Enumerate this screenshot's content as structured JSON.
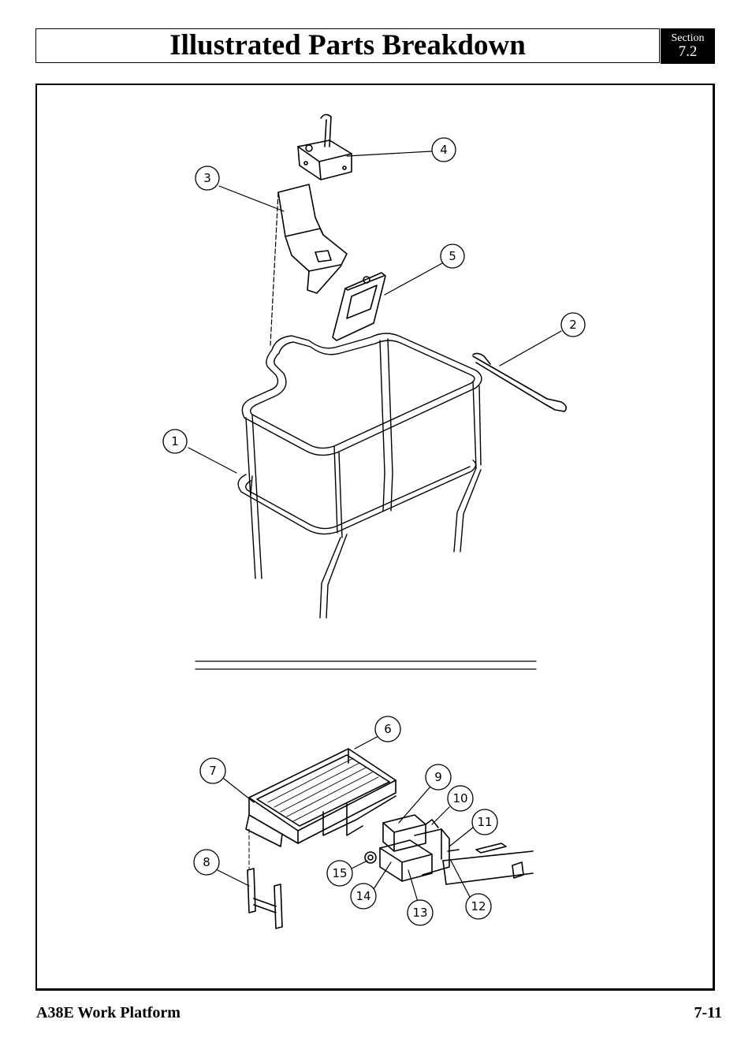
{
  "header": {
    "title": "Illustrated Parts Breakdown",
    "section_label": "Section",
    "section_number": "7.2"
  },
  "callouts": [
    "1",
    "2",
    "3",
    "4",
    "5",
    "6",
    "7",
    "8",
    "9",
    "10",
    "11",
    "12",
    "13",
    "14",
    "15"
  ],
  "footer": {
    "product": "A38E Work Platform",
    "page_number": "7-11"
  }
}
